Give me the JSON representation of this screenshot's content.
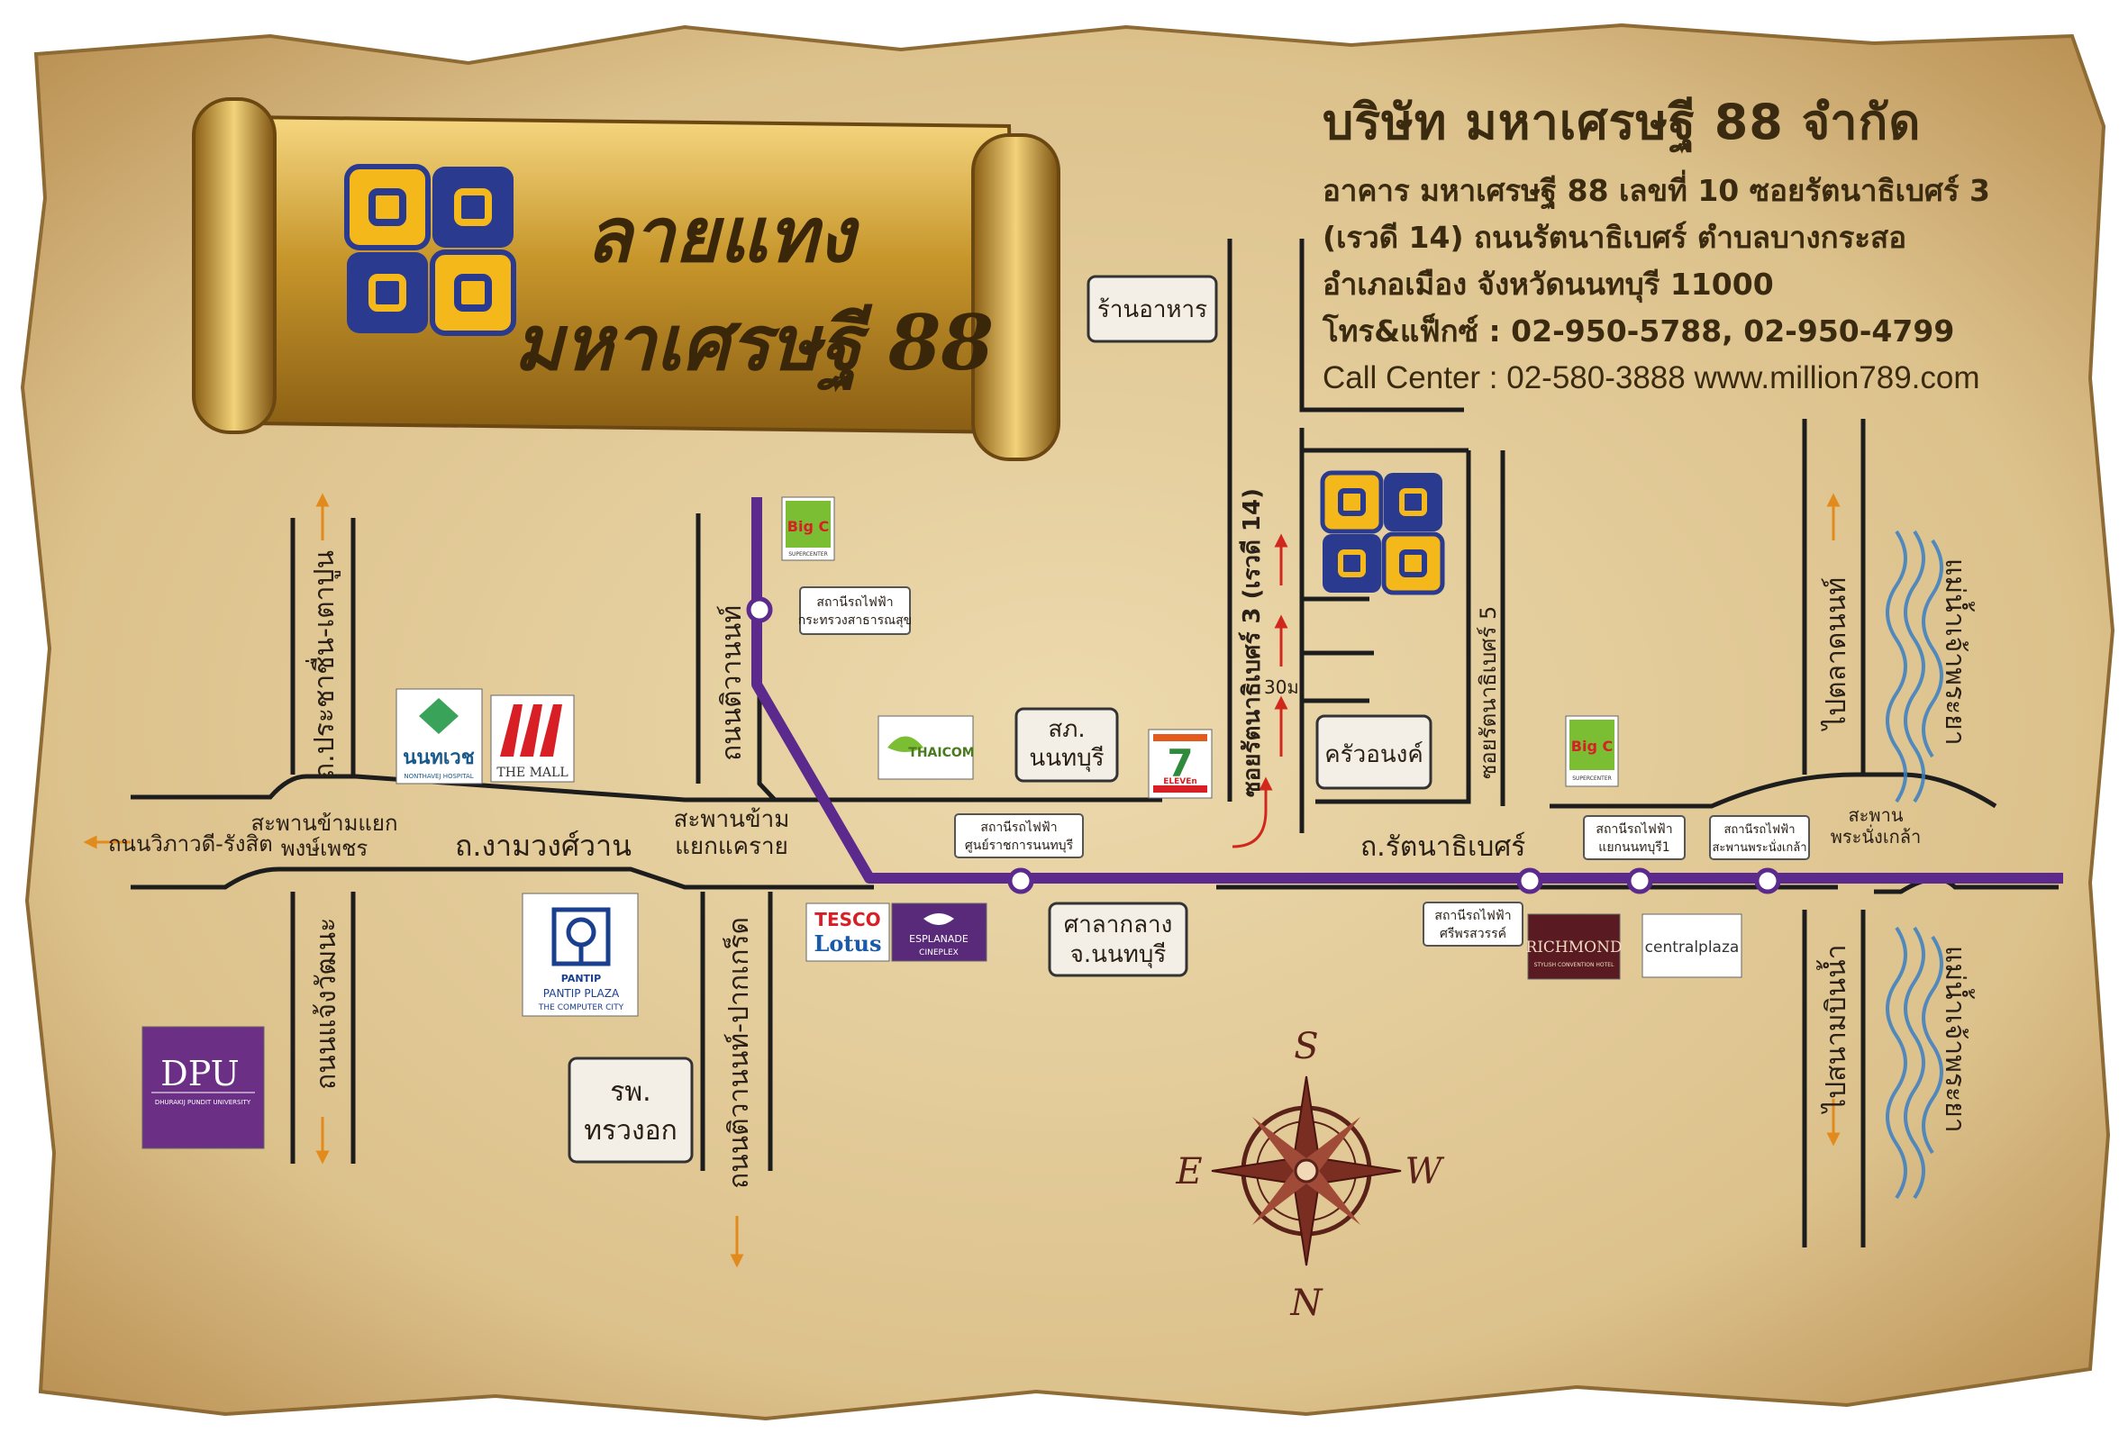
{
  "banner": {
    "line1": "ลายแทง",
    "line2": "มหาเศรษฐี 88"
  },
  "company": {
    "name": "บริษัท มหาเศรษฐี 88 จำกัด",
    "address1": "อาคาร มหาเศรษฐี 88 เลขที่ 10 ซอยรัตนาธิเบศร์ 3",
    "address2": "(เรวดี 14) ถนนรัตนาธิเบศร์ ตำบลบางกระสอ",
    "address3": "อำเภอเมือง จังหวัดนนทบุรี 11000",
    "phone": "โทร&แฟ็กซ์ : 02-950-5788, 02-950-4799",
    "call_center": "Call Center : 02-580-3888 www.million789.com"
  },
  "roads": {
    "vibhavadi": "ถนนวิภาวดี-รังสิต",
    "ngamwongwan": "ถ.งามวงศ์วาน",
    "rattanathibet": "ถ.รัตนาธิเบศร์",
    "prachachuen": "ถ.ประชาชื่น-เตาปูน",
    "chaengwattana": "ถนนแจ้งวัฒนะ",
    "tiwanon_north": "ถนนติวานนท์",
    "tiwanon_south": "ถนนติวานนท์-ปากเกร็ด",
    "soi3": "ซอยรัตนาธิเบศร์ 3 (เรวดี 14)",
    "soi5": "ซอยรัตนาธิเบศร์ 5",
    "to_talad": "ไปตลาดนนท์",
    "to_sanam": "ไปสนามบินน้ำ",
    "bridge_phongphet": "สะพานข้ามแยก\nพงษ์เพชร",
    "bridge_khae_rai": "สะพานข้าม\nแยกแคราย",
    "bridge_nangklao": "สะพาน\nพระนั่งเกล้า",
    "river": "แม่น้ำเจ้าพระยา",
    "distance": "30ม."
  },
  "stations": {
    "ministry": "สถานีรถไฟฟ้า\nกระทรวงสาธารณสุข",
    "gov_center": "สถานีรถไฟฟ้า\nศูนย์ราชการนนทบุรี",
    "sri_phonsawan": "สถานีรถไฟฟ้า\nศรีพรสวรรค์",
    "yaek_nonthaburi": "สถานีรถไฟฟ้า\nแยกนนทบุรี1",
    "nangklao": "สถานีรถไฟฟ้า\nสะพานพระนั่งเกล้า"
  },
  "places": {
    "restaurant": "ร้านอาหาร",
    "police": "สภ.\nนนทบุรี",
    "city_hall": "ศาลากลาง\nจ.นนทบุรี",
    "hospital": "รพ.\nทรวงอก",
    "kruaongk": "ครัวอนงค์"
  },
  "logos": {
    "bigc": "Big C",
    "bigc_sub": "SUPERCENTER",
    "nonthavej": "นนทเวช",
    "nonthavej_sub": "NONTHAVEJ HOSPITAL",
    "themall": "THE MALL",
    "thaicom": "THAICOM",
    "seven": "7",
    "seven_sub": "ELEVEn",
    "pantip": "PANTIP PLAZA",
    "pantip_sub": "THE COMPUTER CITY",
    "pantip_badge": "PANTIP",
    "tesco": "TESCO",
    "lotus": "Lotus",
    "esplanade": "ESPLANADE",
    "esplanade_sub": "CINEPLEX",
    "richmond": "RICHMOND",
    "richmond_sub": "STYLISH CONVENTION HOTEL",
    "central": "centralplaza",
    "dpu": "DPU",
    "dpu_sub": "DHURAKIJ PUNDIT UNIVERSITY"
  },
  "compass": {
    "s": "S",
    "n": "N",
    "e": "E",
    "w": "W"
  },
  "colors": {
    "parchment": "#e3cc9a",
    "road": "#1d1d1d",
    "purple_line": "#5b2a8c",
    "gold": "#c9972a",
    "logo_yellow": "#f5b81a",
    "logo_blue": "#2a3a8f"
  }
}
